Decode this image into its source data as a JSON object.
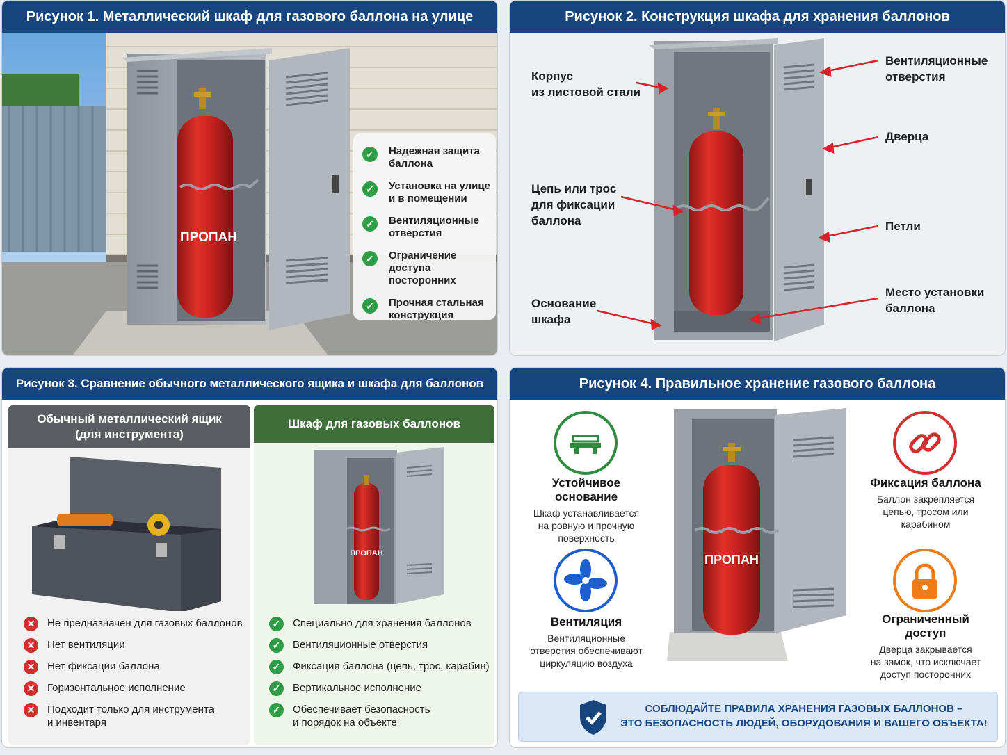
{
  "fig1": {
    "title": "Рисунок 1. Металлический шкаф для газового баллона на улице",
    "cylinder_label": "ПРОПАН",
    "features": [
      "Надежная защита\nбаллона",
      "Установка на улице\nи в помещении",
      "Вентиляционные\nотверстия",
      "Ограничение доступа\nпосторонних",
      "Прочная стальная\nконструкция"
    ]
  },
  "fig2": {
    "title": "Рисунок 2. Конструкция шкафа для хранения баллонов",
    "labels": {
      "body": "Корпус\nиз листовой стали",
      "chain": "Цепь или трос\nдля фиксации\nбаллона",
      "base": "Основание\nшкафа",
      "vents": "Вентиляционные\nотверстия",
      "door": "Дверца",
      "hinges": "Петли",
      "place": "Место установки\nбаллона"
    }
  },
  "fig3": {
    "title": "Рисунок 3. Сравнение обычного металлического ящика и шкафа для баллонов",
    "left_title": "Обычный металлический ящик\n(для инструмента)",
    "right_title": "Шкаф для газовых баллонов",
    "cylinder_label": "ПРОПАН",
    "cons": [
      "Не предназначен для газовых баллонов",
      "Нет вентиляции",
      "Нет фиксации баллона",
      "Горизонтальное исполнение",
      "Подходит только для инструмента\nи инвентаря"
    ],
    "pros": [
      "Специально для хранения баллонов",
      "Вентиляционные отверстия",
      "Фиксация баллона (цепь, трос, карабин)",
      "Вертикальное исполнение",
      "Обеспечивает безопасность\nи порядок на объекте"
    ]
  },
  "fig4": {
    "title": "Рисунок 4. Правильное хранение газового баллона",
    "cylinder_label": "ПРОПАН",
    "base": {
      "title": "Устойчивое\nоснование",
      "text": "Шкаф устанавливается\nна ровную и прочную\nповерхность"
    },
    "fix": {
      "title": "Фиксация баллона",
      "text": "Баллон закрепляется\nцепью, тросом или\nкарабином"
    },
    "vent": {
      "title": "Вентиляция",
      "text": "Вентиляционные\nотверстия обеспечивают\nциркуляцию воздуха"
    },
    "access": {
      "title": "Ограниченный\nдоступ",
      "text": "Дверца закрывается\nна замок, что исключает\nдоступ посторонних"
    },
    "banner": "СОБЛЮДАЙТЕ ПРАВИЛА ХРАНЕНИЯ ГАЗОВЫХ БАЛЛОНОВ –\nЭТО БЕЗОПАСНОСТЬ ЛЮДЕЙ, ОБОРУДОВАНИЯ И ВАШЕГО ОБЪЕКТА!"
  },
  "colors": {
    "header": "#17457e",
    "ok": "#2f9d46",
    "no": "#d32f2f",
    "cylinder": "#c9221f"
  }
}
